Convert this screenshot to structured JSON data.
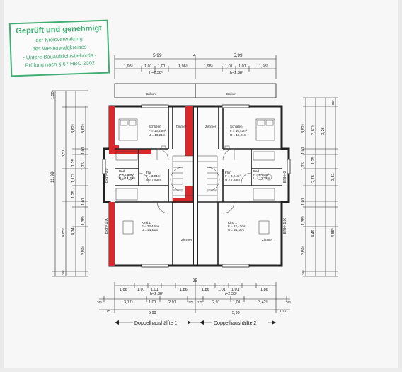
{
  "stamp": {
    "title": "Geprüft und genehmigt",
    "line1": "der Kreisverwaltung",
    "line2": "des Westerwaldkreises",
    "line3": "- Untere Bauaufsichtsbehörde -",
    "line4": "Prüfung nach § 67 HBO 2002"
  },
  "top_dims": {
    "house1_width": "5,99",
    "house2_width": "5,99",
    "separator": "4",
    "row2": [
      "1,98⁵",
      "1,01",
      "1,01",
      "1,98⁵",
      "1,98⁵",
      "1,01",
      "1,01",
      "1,98⁵"
    ],
    "window_height_left": "h=2,38⁵",
    "window_height_right": "h=2,38⁵"
  },
  "left_dims": {
    "total": "11,99",
    "outer": [
      "1,50",
      "3,51",
      "4,85⁵",
      "36⁵"
    ],
    "middle": [
      "3,62⁵",
      "1,25",
      "1,17⁵",
      "1,25",
      "4,74"
    ],
    "inner": [
      "3,62⁵",
      "1,01",
      "1,75",
      "1,01",
      "1,38⁵",
      "2,89⁵"
    ],
    "bottom": "36⁵"
  },
  "right_dims": {
    "outer": [
      "36⁵",
      "3,51",
      "4,85⁵"
    ],
    "middle": [
      "3,62⁵",
      "3,87⁵",
      "3,26",
      "2,78",
      "1,25",
      "4,49",
      "1,55"
    ],
    "inner": [
      "3,62⁵",
      "1,01",
      "1,75",
      "1,01",
      "1,38⁵",
      "2,89⁵",
      "36⁵"
    ]
  },
  "rooms": {
    "schlafen_left": {
      "name": "Schlafen",
      "f": "F = 16,43m²",
      "u": "U = 18,21m"
    },
    "schlafen_right": {
      "name": "Schlafen",
      "f": "F = 16,43m²",
      "u": "U = 18,21m"
    },
    "zimmer_upper": "Zimmer",
    "bad_left": {
      "name": "Bad",
      "f": "F = 8,83m²",
      "u": "U = 12,29m"
    },
    "bad_right": {
      "name": "Bad",
      "f": "F = 8,79m²",
      "u": "U = 12,25m"
    },
    "flur_left": {
      "name": "Flur",
      "f": "F = 3,04m²",
      "u": "U = 7,83m"
    },
    "flur_right": {
      "name": "Flur",
      "f": "F = 3,04m²",
      "u": "U = 7,83m"
    },
    "kind_left": {
      "name": "Kind 1",
      "f": "F = 23,42m²",
      "u": "U = 21,11m"
    },
    "kind_right": {
      "name": "Kind 1",
      "f": "F = 23,42m²",
      "u": "U = 21,11m"
    },
    "zimmer_lower_left": "Zimmer",
    "zimmer_lower_right": "Zimmer",
    "bbh_left_1": "BRH=0,0",
    "bbh_left_2": "BRH=1,00",
    "bbh_right_1": "BRH=0",
    "bbh_right_2": "BRH=1,00",
    "balkon_left": "Balkon",
    "balkon_right": "Balkon"
  },
  "bottom_dims": {
    "total": "25",
    "row1": [
      "1,86",
      "1,01",
      "1,01",
      "1,86",
      "1,86",
      "1,01",
      "1,01",
      "1,86"
    ],
    "window_height_left": "h=2,38⁵",
    "window_height_right": "h=2,38⁵",
    "row2": [
      "36⁵",
      "3,17⁵",
      "1,01",
      "2,91",
      "17⁵",
      "17⁵",
      "2,91",
      "1,01",
      "3,42⁵",
      "36⁵"
    ],
    "row3_left": "75",
    "row3_right": "1,00",
    "house1_width": "5,99",
    "house2_width": "5,99"
  },
  "labels": {
    "house1": "Doppelhaushälfte 1",
    "house2": "Doppelhaushälfte 2"
  },
  "colors": {
    "paper": "#f7f7f7",
    "stamp": "#3fae73",
    "firewall": "#d8282b",
    "line": "#222222"
  }
}
